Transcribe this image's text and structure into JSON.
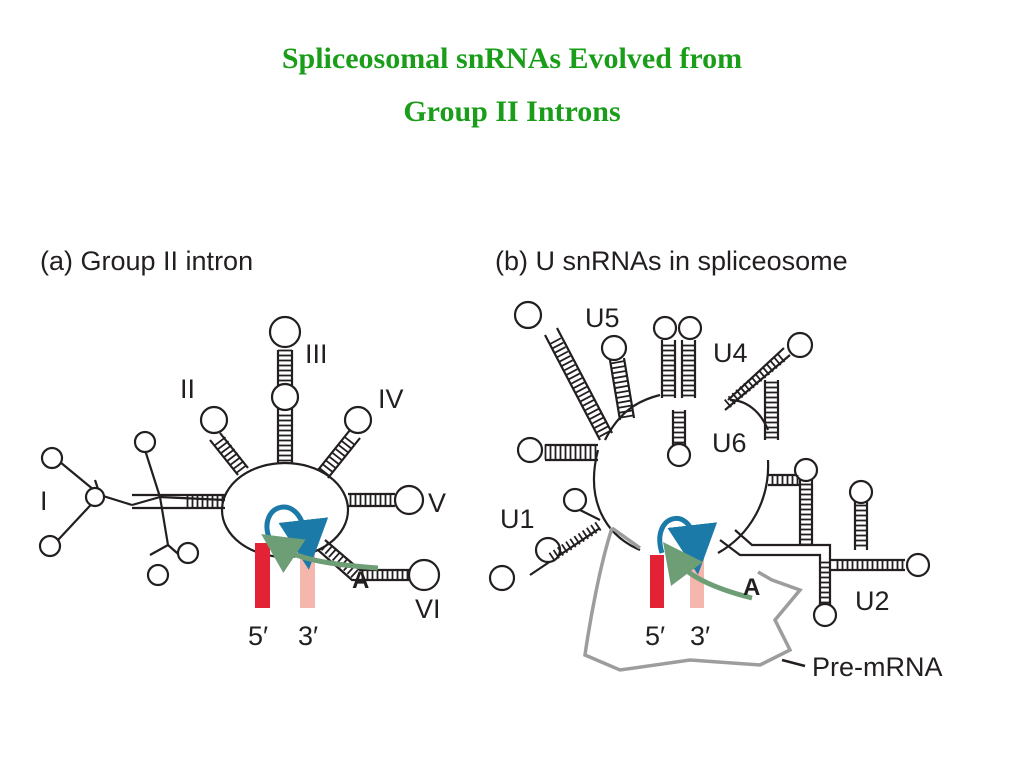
{
  "title": {
    "line1": "Spliceosomal snRNAs Evolved from",
    "line2": "Group II Introns"
  },
  "colors": {
    "title": "#1a9e1a",
    "ink": "#231f20",
    "five_prime_exon": "#e32235",
    "three_prime_exon": "#f4b6ad",
    "blue_arrow": "#1b7aa8",
    "green_arrow": "#6e9e76",
    "pre_mrna": "#9d9d9d"
  },
  "panel_a": {
    "heading": "(a) Group II intron",
    "domains": [
      "I",
      "II",
      "III",
      "IV",
      "V",
      "VI"
    ],
    "branch_a": "A",
    "five_prime": "5′",
    "three_prime": "3′"
  },
  "panel_b": {
    "heading": "(b) U snRNAs in spliceosome",
    "snrnas": [
      "U5",
      "U4",
      "U6",
      "U1",
      "U2"
    ],
    "branch_a": "A",
    "five_prime": "5′",
    "three_prime": "3′",
    "pre_mrna": "Pre-mRNA"
  }
}
